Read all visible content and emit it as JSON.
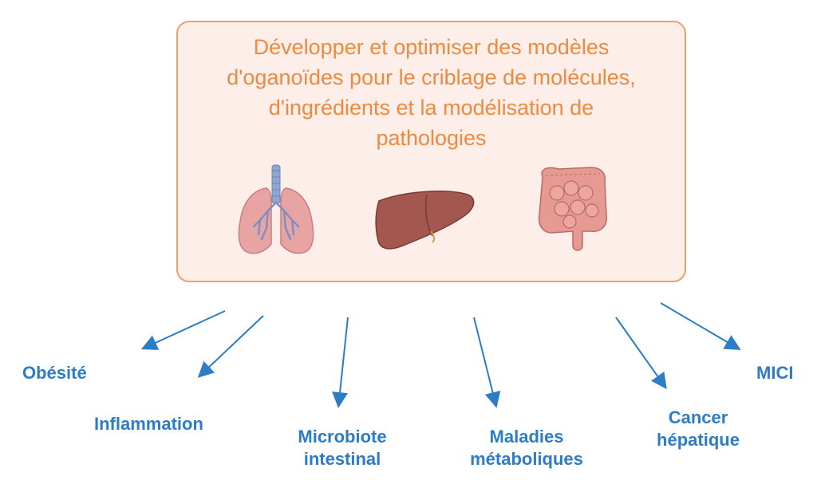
{
  "main_box": {
    "title_lines": [
      "Développer et optimiser des modèles",
      "d'oganoïdes pour le criblage de molécules,",
      "d'ingrédients et la modélisation de",
      "pathologies"
    ],
    "icons": [
      "lungs-icon",
      "liver-icon",
      "intestine-icon"
    ]
  },
  "outcomes": [
    {
      "lines": [
        "Obésité"
      ]
    },
    {
      "lines": [
        "Inflammation"
      ]
    },
    {
      "lines": [
        "Microbiote",
        "intestinal"
      ]
    },
    {
      "lines": [
        "Maladies",
        "métaboliques"
      ]
    },
    {
      "lines": [
        "Cancer",
        "hépatique"
      ]
    },
    {
      "lines": [
        "MICI"
      ]
    }
  ],
  "colors": {
    "box_border": "#eba26a",
    "box_fill": "#fdeeea",
    "title_text": "#ee8a3e",
    "arrow": "#2d7cc6",
    "label_text": "#2d7cc6"
  }
}
